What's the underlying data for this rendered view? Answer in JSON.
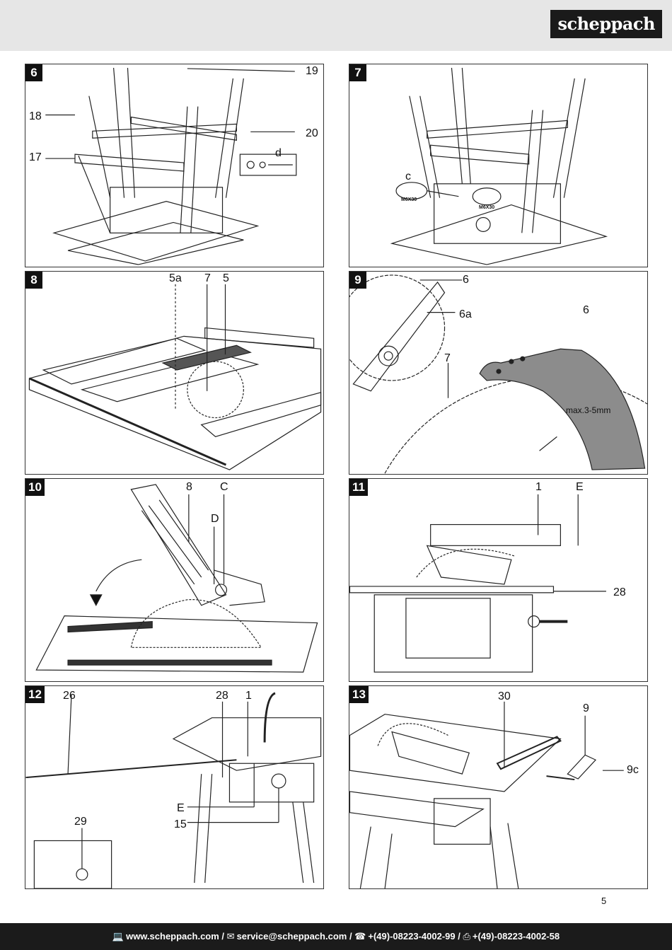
{
  "header": {
    "brand": "scheppach"
  },
  "figures": [
    {
      "number": "6",
      "callouts": [
        "19",
        "18",
        "20",
        "17",
        "d"
      ]
    },
    {
      "number": "7",
      "callouts": [
        "c"
      ],
      "labels": [
        "M6X30",
        "M6X30"
      ]
    },
    {
      "number": "8",
      "callouts": [
        "5a",
        "7",
        "5"
      ]
    },
    {
      "number": "9",
      "callouts": [
        "6",
        "6a",
        "6",
        "7"
      ],
      "note": "max.3-5mm"
    },
    {
      "number": "10",
      "callouts": [
        "8",
        "C",
        "D"
      ]
    },
    {
      "number": "11",
      "callouts": [
        "1",
        "E",
        "28"
      ]
    },
    {
      "number": "12",
      "callouts": [
        "26",
        "28",
        "1",
        "E",
        "15",
        "29"
      ]
    },
    {
      "number": "13",
      "callouts": [
        "30",
        "9",
        "9c"
      ]
    }
  ],
  "page_number": "5",
  "footer": {
    "website": "www.scheppach.com",
    "email": "service@scheppach.com",
    "phone": "+(49)-08223-4002-99",
    "fax": "+(49)-08223-4002-58",
    "separator": " / "
  }
}
